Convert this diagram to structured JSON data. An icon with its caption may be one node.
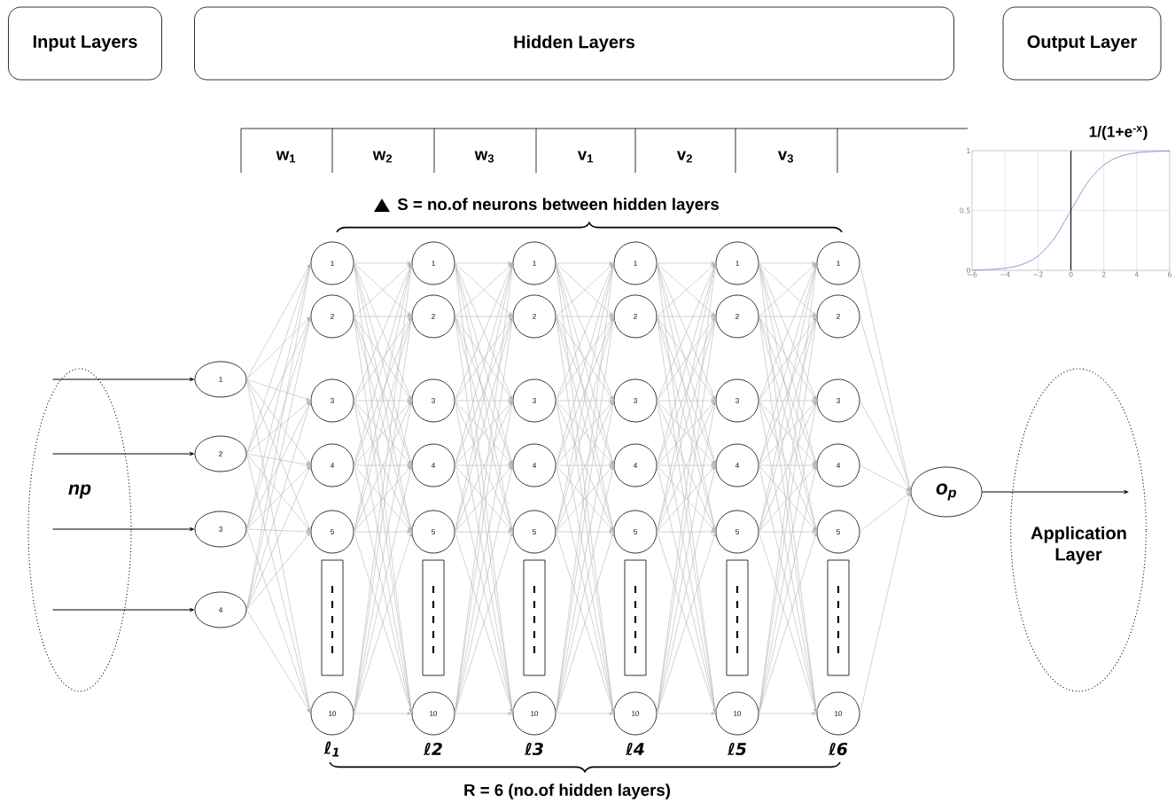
{
  "diagram": {
    "nodes": [
      {
        "text": [
          "Input Layers"
        ]
      },
      {
        "text": [
          "Hidden Layers"
        ]
      },
      {
        "text": [
          "Output Layer"
        ]
      },
      {
        "text": [
          "np"
        ]
      },
      {
        "text": [
          "1"
        ]
      },
      {
        "text": [
          "2"
        ]
      },
      {
        "text": [
          "3"
        ]
      },
      {
        "text": [
          "4"
        ]
      },
      {
        "text": [
          "1"
        ]
      },
      {
        "text": [
          "2"
        ]
      },
      {
        "text": [
          "3"
        ]
      },
      {
        "text": [
          "4"
        ]
      },
      {
        "text": [
          "5"
        ]
      },
      {
        "text": [],
        "shape": "box"
      },
      {
        "text": [
          "10"
        ],
        "beside": [
          "ℓ$_{1}$"
        ]
      },
      {
        "text": [
          "1"
        ]
      },
      {
        "text": [
          "2"
        ]
      },
      {
        "text": [
          "3"
        ]
      },
      {
        "text": [
          "4"
        ]
      },
      {
        "text": [
          "5"
        ]
      },
      {
        "text": [],
        "shape": "box"
      },
      {
        "text": [
          "10"
        ],
        "beside": [
          "ℓ2"
        ]
      },
      {
        "text": [
          "1"
        ]
      },
      {
        "text": [
          "2"
        ]
      },
      {
        "text": [
          "3"
        ]
      },
      {
        "text": [
          "4"
        ]
      },
      {
        "text": [
          "5"
        ]
      },
      {
        "text": [],
        "shape": "box"
      },
      {
        "text": [
          "10"
        ],
        "beside": [
          "ℓ3"
        ]
      },
      {
        "text": [
          "1"
        ]
      },
      {
        "text": [
          "2"
        ]
      },
      {
        "text": [
          "3"
        ]
      },
      {
        "text": [
          "4"
        ]
      },
      {
        "text": [
          "5"
        ]
      },
      {
        "text": [],
        "shape": "box"
      },
      {
        "text": [
          "10"
        ],
        "beside": [
          "ℓ4"
        ]
      },
      {
        "text": [
          "1"
        ]
      },
      {
        "text": [
          "2"
        ]
      },
      {
        "text": [
          "3"
        ]
      },
      {
        "text": [
          "4"
        ]
      },
      {
        "text": [
          "5"
        ]
      },
      {
        "text": [],
        "shape": "box"
      },
      {
        "text": [
          "10"
        ],
        "beside": [
          "ℓ5"
        ]
      },
      {
        "text": [
          "1"
        ]
      },
      {
        "text": [
          "2"
        ]
      },
      {
        "text": [
          "3"
        ]
      },
      {
        "text": [
          "4"
        ]
      },
      {
        "text": [
          "5"
        ]
      },
      {
        "text": [],
        "shape": "box"
      },
      {
        "text": [
          "10"
        ],
        "beside": [
          "ℓ6"
        ]
      },
      {
        "text": [
          "o$_{p}$"
        ]
      },
      {
        "text": [
          "Application Layer"
        ]
      }
    ],
    "edges": [
      {
        "from": 3,
        "to": 4,
        "arrow": "to",
        "color": "#000000"
      },
      {
        "from": 3,
        "to": 5,
        "arrow": "to",
        "color": "#000000"
      },
      {
        "from": 3,
        "to": 6,
        "arrow": "to",
        "color": "#000000"
      },
      {
        "from": 3,
        "to": 7,
        "arrow": "to",
        "color": "#000000"
      },
      {
        "from": 4,
        "to": 8,
        "arrow": "to"
      },
      {
        "from": 4,
        "to": 9,
        "arrow": "to"
      },
      {
        "from": 4,
        "to": 10,
        "arrow": "to"
      },
      {
        "from": 4,
        "to": 11,
        "arrow": "to"
      },
      {
        "from": 4,
        "to": 12,
        "arrow": "to"
      },
      {
        "from": 4,
        "to": 14,
        "arrow": "to"
      },
      {
        "from": 5,
        "to": 8,
        "arrow": "to"
      },
      {
        "from": 5,
        "to": 9,
        "arrow": "to"
      },
      {
        "from": 5,
        "to": 10,
        "arrow": "to"
      },
      {
        "from": 5,
        "to": 11,
        "arrow": "to"
      },
      {
        "from": 5,
        "to": 12,
        "arrow": "to"
      },
      {
        "from": 5,
        "to": 14,
        "arrow": "to"
      },
      {
        "from": 6,
        "to": 8,
        "arrow": "to"
      },
      {
        "from": 6,
        "to": 9,
        "arrow": "to"
      },
      {
        "from": 6,
        "to": 10,
        "arrow": "to"
      },
      {
        "from": 6,
        "to": 11,
        "arrow": "to"
      },
      {
        "from": 6,
        "to": 12,
        "arrow": "to"
      },
      {
        "from": 6,
        "to": 14,
        "arrow": "to"
      },
      {
        "from": 7,
        "to": 8,
        "arrow": "to"
      },
      {
        "from": 7,
        "to": 9,
        "arrow": "to"
      },
      {
        "from": 7,
        "to": 10,
        "arrow": "to"
      },
      {
        "from": 7,
        "to": 11,
        "arrow": "to"
      },
      {
        "from": 7,
        "to": 12,
        "arrow": "to"
      },
      {
        "from": 7,
        "to": 14,
        "arrow": "to"
      },
      {
        "from": 8,
        "to": 15,
        "arrow": "to"
      },
      {
        "from": 8,
        "to": 16,
        "arrow": "to"
      },
      {
        "from": 8,
        "to": 17,
        "arrow": "to"
      },
      {
        "from": 8,
        "to": 18,
        "arrow": "to"
      },
      {
        "from": 8,
        "to": 19,
        "arrow": "to"
      },
      {
        "from": 8,
        "to": 21,
        "arrow": "to"
      },
      {
        "from": 9,
        "to": 15,
        "arrow": "to"
      },
      {
        "from": 9,
        "to": 16,
        "arrow": "to"
      },
      {
        "from": 9,
        "to": 17,
        "arrow": "to"
      },
      {
        "from": 9,
        "to": 18,
        "arrow": "to"
      },
      {
        "from": 9,
        "to": 19,
        "arrow": "to"
      },
      {
        "from": 9,
        "to": 21,
        "arrow": "to"
      },
      {
        "from": 10,
        "to": 15,
        "arrow": "to"
      },
      {
        "from": 10,
        "to": 16,
        "arrow": "to"
      },
      {
        "from": 10,
        "to": 17,
        "arrow": "to"
      },
      {
        "from": 10,
        "to": 18,
        "arrow": "to"
      },
      {
        "from": 10,
        "to": 19,
        "arrow": "to"
      },
      {
        "from": 10,
        "to": 21,
        "arrow": "to"
      },
      {
        "from": 11,
        "to": 15,
        "arrow": "to"
      },
      {
        "from": 11,
        "to": 16,
        "arrow": "to"
      },
      {
        "from": 11,
        "to": 17,
        "arrow": "to"
      },
      {
        "from": 11,
        "to": 18,
        "arrow": "to"
      },
      {
        "from": 11,
        "to": 19,
        "arrow": "to"
      },
      {
        "from": 11,
        "to": 21,
        "arrow": "to"
      },
      {
        "from": 12,
        "to": 15,
        "arrow": "to"
      },
      {
        "from": 12,
        "to": 16,
        "arrow": "to"
      },
      {
        "from": 12,
        "to": 17,
        "arrow": "to"
      },
      {
        "from": 12,
        "to": 18,
        "arrow": "to"
      },
      {
        "from": 12,
        "to": 19,
        "arrow": "to"
      },
      {
        "from": 12,
        "to": 21,
        "arrow": "to"
      },
      {
        "from": 14,
        "to": 15,
        "arrow": "to"
      },
      {
        "from": 14,
        "to": 16,
        "arrow": "to"
      },
      {
        "from": 14,
        "to": 17,
        "arrow": "to"
      },
      {
        "from": 14,
        "to": 18,
        "arrow": "to"
      },
      {
        "from": 14,
        "to": 19,
        "arrow": "to"
      },
      {
        "from": 14,
        "to": 21,
        "arrow": "to"
      },
      {
        "from": 15,
        "to": 22,
        "arrow": "to"
      },
      {
        "from": 15,
        "to": 23,
        "arrow": "to"
      },
      {
        "from": 15,
        "to": 24,
        "arrow": "to"
      },
      {
        "from": 15,
        "to": 25,
        "arrow": "to"
      },
      {
        "from": 15,
        "to": 26,
        "arrow": "to"
      },
      {
        "from": 15,
        "to": 28,
        "arrow": "to"
      },
      {
        "from": 16,
        "to": 22,
        "arrow": "to"
      },
      {
        "from": 16,
        "to": 23,
        "arrow": "to"
      },
      {
        "from": 16,
        "to": 24,
        "arrow": "to"
      },
      {
        "from": 16,
        "to": 25,
        "arrow": "to"
      },
      {
        "from": 16,
        "to": 26,
        "arrow": "to"
      },
      {
        "from": 16,
        "to": 28,
        "arrow": "to"
      },
      {
        "from": 17,
        "to": 22,
        "arrow": "to"
      },
      {
        "from": 17,
        "to": 23,
        "arrow": "to"
      },
      {
        "from": 17,
        "to": 24,
        "arrow": "to"
      },
      {
        "from": 17,
        "to": 25,
        "arrow": "to"
      },
      {
        "from": 17,
        "to": 26,
        "arrow": "to"
      },
      {
        "from": 17,
        "to": 28,
        "arrow": "to"
      },
      {
        "from": 18,
        "to": 22,
        "arrow": "to"
      },
      {
        "from": 18,
        "to": 23,
        "arrow": "to"
      },
      {
        "from": 18,
        "to": 24,
        "arrow": "to"
      },
      {
        "from": 18,
        "to": 25,
        "arrow": "to"
      },
      {
        "from": 18,
        "to": 26,
        "arrow": "to"
      },
      {
        "from": 18,
        "to": 28,
        "arrow": "to"
      },
      {
        "from": 19,
        "to": 22,
        "arrow": "to"
      },
      {
        "from": 19,
        "to": 23,
        "arrow": "to"
      },
      {
        "from": 19,
        "to": 24,
        "arrow": "to"
      },
      {
        "from": 19,
        "to": 25,
        "arrow": "to"
      },
      {
        "from": 19,
        "to": 26,
        "arrow": "to"
      },
      {
        "from": 19,
        "to": 28,
        "arrow": "to"
      },
      {
        "from": 21,
        "to": 22,
        "arrow": "to"
      },
      {
        "from": 21,
        "to": 23,
        "arrow": "to"
      },
      {
        "from": 21,
        "to": 24,
        "arrow": "to"
      },
      {
        "from": 21,
        "to": 25,
        "arrow": "to"
      },
      {
        "from": 21,
        "to": 26,
        "arrow": "to"
      },
      {
        "from": 21,
        "to": 28,
        "arrow": "to"
      },
      {
        "from": 22,
        "to": 29,
        "arrow": "to"
      },
      {
        "from": 22,
        "to": 30,
        "arrow": "to"
      },
      {
        "from": 22,
        "to": 31,
        "arrow": "to"
      },
      {
        "from": 22,
        "to": 32,
        "arrow": "to"
      },
      {
        "from": 22,
        "to": 33,
        "arrow": "to"
      },
      {
        "from": 22,
        "to": 35,
        "arrow": "to"
      },
      {
        "from": 23,
        "to": 29,
        "arrow": "to"
      },
      {
        "from": 23,
        "to": 30,
        "arrow": "to"
      },
      {
        "from": 23,
        "to": 31,
        "arrow": "to"
      },
      {
        "from": 23,
        "to": 32,
        "arrow": "to"
      },
      {
        "from": 23,
        "to": 33,
        "arrow": "to"
      },
      {
        "from": 23,
        "to": 35,
        "arrow": "to"
      },
      {
        "from": 24,
        "to": 29,
        "arrow": "to"
      },
      {
        "from": 24,
        "to": 30,
        "arrow": "to"
      },
      {
        "from": 24,
        "to": 31,
        "arrow": "to"
      },
      {
        "from": 24,
        "to": 32,
        "arrow": "to"
      },
      {
        "from": 24,
        "to": 33,
        "arrow": "to"
      },
      {
        "from": 24,
        "to": 35,
        "arrow": "to"
      },
      {
        "from": 25,
        "to": 29,
        "arrow": "to"
      },
      {
        "from": 25,
        "to": 30,
        "arrow": "to"
      },
      {
        "from": 25,
        "to": 31,
        "arrow": "to"
      },
      {
        "from": 25,
        "to": 32,
        "arrow": "to"
      },
      {
        "from": 25,
        "to": 33,
        "arrow": "to"
      },
      {
        "from": 25,
        "to": 35,
        "arrow": "to"
      },
      {
        "from": 26,
        "to": 29,
        "arrow": "to"
      },
      {
        "from": 26,
        "to": 30,
        "arrow": "to"
      },
      {
        "from": 26,
        "to": 31,
        "arrow": "to"
      },
      {
        "from": 26,
        "to": 32,
        "arrow": "to"
      },
      {
        "from": 26,
        "to": 33,
        "arrow": "to"
      },
      {
        "from": 26,
        "to": 35,
        "arrow": "to"
      },
      {
        "from": 28,
        "to": 29,
        "arrow": "to"
      },
      {
        "from": 28,
        "to": 30,
        "arrow": "to"
      },
      {
        "from": 28,
        "to": 31,
        "arrow": "to"
      },
      {
        "from": 28,
        "to": 32,
        "arrow": "to"
      },
      {
        "from": 28,
        "to": 33,
        "arrow": "to"
      },
      {
        "from": 28,
        "to": 35,
        "arrow": "to"
      },
      {
        "from": 29,
        "to": 36,
        "arrow": "to"
      },
      {
        "from": 29,
        "to": 37,
        "arrow": "to"
      },
      {
        "from": 29,
        "to": 38,
        "arrow": "to"
      },
      {
        "from": 29,
        "to": 39,
        "arrow": "to"
      },
      {
        "from": 29,
        "to": 40,
        "arrow": "to"
      },
      {
        "from": 29,
        "to": 42,
        "arrow": "to"
      },
      {
        "from": 30,
        "to": 36,
        "arrow": "to"
      },
      {
        "from": 30,
        "to": 37,
        "arrow": "to"
      },
      {
        "from": 30,
        "to": 38,
        "arrow": "to"
      },
      {
        "from": 30,
        "to": 39,
        "arrow": "to"
      },
      {
        "from": 30,
        "to": 40,
        "arrow": "to"
      },
      {
        "from": 30,
        "to": 42,
        "arrow": "to"
      },
      {
        "from": 31,
        "to": 36,
        "arrow": "to"
      },
      {
        "from": 31,
        "to": 37,
        "arrow": "to"
      },
      {
        "from": 31,
        "to": 38,
        "arrow": "to"
      },
      {
        "from": 31,
        "to": 39,
        "arrow": "to"
      },
      {
        "from": 31,
        "to": 40,
        "arrow": "to"
      },
      {
        "from": 31,
        "to": 42,
        "arrow": "to"
      },
      {
        "from": 32,
        "to": 36,
        "arrow": "to"
      },
      {
        "from": 32,
        "to": 37,
        "arrow": "to"
      },
      {
        "from": 32,
        "to": 38,
        "arrow": "to"
      },
      {
        "from": 32,
        "to": 39,
        "arrow": "to"
      },
      {
        "from": 32,
        "to": 40,
        "arrow": "to"
      },
      {
        "from": 32,
        "to": 42,
        "arrow": "to"
      },
      {
        "from": 33,
        "to": 36,
        "arrow": "to"
      },
      {
        "from": 33,
        "to": 37,
        "arrow": "to"
      },
      {
        "from": 33,
        "to": 38,
        "arrow": "to"
      },
      {
        "from": 33,
        "to": 39,
        "arrow": "to"
      },
      {
        "from": 33,
        "to": 40,
        "arrow": "to"
      },
      {
        "from": 33,
        "to": 42,
        "arrow": "to"
      },
      {
        "from": 35,
        "to": 36,
        "arrow": "to"
      },
      {
        "from": 35,
        "to": 37,
        "arrow": "to"
      },
      {
        "from": 35,
        "to": 38,
        "arrow": "to"
      },
      {
        "from": 35,
        "to": 39,
        "arrow": "to"
      },
      {
        "from": 35,
        "to": 40,
        "arrow": "to"
      },
      {
        "from": 35,
        "to": 42,
        "arrow": "to"
      },
      {
        "from": 36,
        "to": 43,
        "arrow": "to"
      },
      {
        "from": 36,
        "to": 44,
        "arrow": "to"
      },
      {
        "from": 36,
        "to": 45,
        "arrow": "to"
      },
      {
        "from": 36,
        "to": 46,
        "arrow": "to"
      },
      {
        "from": 36,
        "to": 47,
        "arrow": "to"
      },
      {
        "from": 36,
        "to": 49,
        "arrow": "to"
      },
      {
        "from": 37,
        "to": 43,
        "arrow": "to"
      },
      {
        "from": 37,
        "to": 44,
        "arrow": "to"
      },
      {
        "from": 37,
        "to": 45,
        "arrow": "to"
      },
      {
        "from": 37,
        "to": 46,
        "arrow": "to"
      },
      {
        "from": 37,
        "to": 47,
        "arrow": "to"
      },
      {
        "from": 37,
        "to": 49,
        "arrow": "to"
      },
      {
        "from": 38,
        "to": 43,
        "arrow": "to"
      },
      {
        "from": 38,
        "to": 44,
        "arrow": "to"
      },
      {
        "from": 38,
        "to": 45,
        "arrow": "to"
      },
      {
        "from": 38,
        "to": 46,
        "arrow": "to"
      },
      {
        "from": 38,
        "to": 47,
        "arrow": "to"
      },
      {
        "from": 38,
        "to": 49,
        "arrow": "to"
      },
      {
        "from": 39,
        "to": 43,
        "arrow": "to"
      },
      {
        "from": 39,
        "to": 44,
        "arrow": "to"
      },
      {
        "from": 39,
        "to": 45,
        "arrow": "to"
      },
      {
        "from": 39,
        "to": 46,
        "arrow": "to"
      },
      {
        "from": 39,
        "to": 47,
        "arrow": "to"
      },
      {
        "from": 39,
        "to": 49,
        "arrow": "to"
      },
      {
        "from": 40,
        "to": 43,
        "arrow": "to"
      },
      {
        "from": 40,
        "to": 44,
        "arrow": "to"
      },
      {
        "from": 40,
        "to": 45,
        "arrow": "to"
      },
      {
        "from": 40,
        "to": 46,
        "arrow": "to"
      },
      {
        "from": 40,
        "to": 47,
        "arrow": "to"
      },
      {
        "from": 40,
        "to": 49,
        "arrow": "to"
      },
      {
        "from": 42,
        "to": 43,
        "arrow": "to"
      },
      {
        "from": 42,
        "to": 44,
        "arrow": "to"
      },
      {
        "from": 42,
        "to": 45,
        "arrow": "to"
      },
      {
        "from": 42,
        "to": 46,
        "arrow": "to"
      },
      {
        "from": 42,
        "to": 47,
        "arrow": "to"
      },
      {
        "from": 42,
        "to": 49,
        "arrow": "to"
      },
      {
        "from": 43,
        "to": 50,
        "arrow": "to"
      },
      {
        "from": 44,
        "to": 50,
        "arrow": "to"
      },
      {
        "from": 45,
        "to": 50,
        "arrow": "to"
      },
      {
        "from": 46,
        "to": 50,
        "arrow": "to"
      },
      {
        "from": 47,
        "to": 50,
        "arrow": "to"
      },
      {
        "from": 49,
        "to": 50,
        "arrow": "to"
      },
      {
        "from": 50,
        "to": 51,
        "arrow": "to",
        "color": "#000000"
      }
    ],
    "labels": [
      "w$_{1}$",
      "w$_{2}$",
      "w$_{3}$",
      "v$_{1}$",
      "v$_{2}$",
      "v$_{3}$",
      "S = no.of neurons between hidden layers",
      "R = 6 (no.of hidden layers)"
    ],
    "chart_data": {
      "type": "line",
      "title": "1/(1+e$^{-x}$)",
      "x": [
        -6,
        -5,
        -4,
        -3,
        -2,
        -1,
        0,
        1,
        2,
        3,
        4,
        5,
        6
      ],
      "series": [
        {
          "color": "#7b7bd0",
          "values": [
            0.002,
            0.007,
            0.018,
            0.047,
            0.119,
            0.269,
            0.5,
            0.731,
            0.881,
            0.953,
            0.982,
            0.993,
            0.998
          ]
        }
      ],
      "xlim": [
        -6,
        6
      ],
      "ylim": [
        0,
        1
      ],
      "grid": true,
      "xticks": [
        {
          "value": -6,
          "label": "−6"
        },
        {
          "value": -4,
          "label": "−4"
        },
        {
          "value": -2,
          "label": "−2"
        },
        {
          "value": 0,
          "label": "0"
        },
        {
          "value": 2,
          "label": "2"
        },
        {
          "value": 4,
          "label": "4"
        },
        {
          "value": 6,
          "label": "6"
        }
      ],
      "yticks": [
        {
          "value": 0,
          "label": "0"
        },
        {
          "value": 0.5,
          "label": "0.5"
        },
        {
          "value": 1,
          "label": "1"
        }
      ]
    }
  }
}
